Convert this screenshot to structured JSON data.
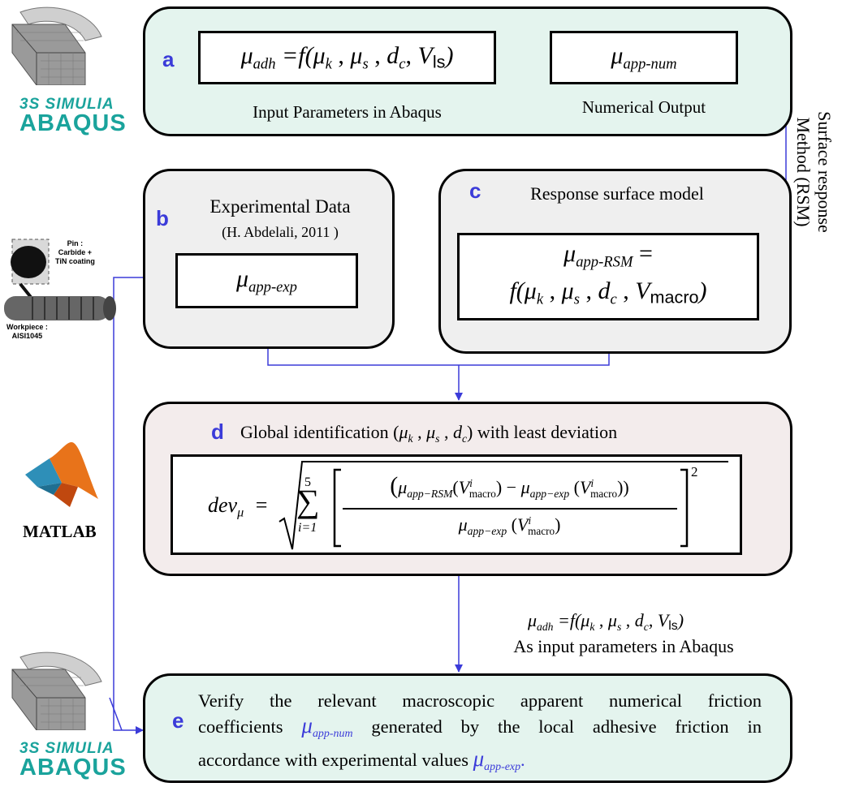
{
  "colors": {
    "panel_a": "#e4f4ee",
    "panel_e": "#e4f4ee",
    "panel_gray": "#efefef",
    "panel_d": "#f3ecec",
    "arrow": "#3b3bd9",
    "letter": "#3b3bd9",
    "logo": "#1aa39c"
  },
  "panel_a": {
    "letter": "a",
    "input_formula": {
      "lhs": "μ",
      "lhs_sub": "adh",
      "eq": " =f(",
      "args": "μ",
      "k": "k",
      "s": "s",
      "dc": "d",
      "c": "c",
      "V": "V",
      "ls": "ls",
      "close": ")"
    },
    "input_caption": "Input Parameters in Abaqus",
    "output_mu": "μ",
    "output_sub": "app-num",
    "output_caption": "Numerical Output"
  },
  "side_label": {
    "line1": "Surface response",
    "line2": "Method (RSM)"
  },
  "panel_b": {
    "letter": "b",
    "title": "Experimental Data",
    "citation": "(H. Abdelali, 2011 )",
    "mu": "μ",
    "sub": "app-exp"
  },
  "panel_c": {
    "letter": "c",
    "title": "Response surface model",
    "mu": "μ",
    "sub": "app-RSM",
    "eq": " =",
    "line2_f": "f(",
    "line2_V": "V",
    "line2_macro": "macro",
    "line2_close": ")"
  },
  "panel_d": {
    "letter": "d",
    "title_pre": "Global identification (",
    "title_post": ") with least deviation",
    "formula": {
      "lhs": "dev",
      "lhs_sub": "μ",
      "eq": "=",
      "sum_upper": "5",
      "sum_lower": "i=1",
      "num_rsm_sub": "app−RSM",
      "num_exp_sub": "app−exp",
      "V": "V",
      "sup_i": "i",
      "sub_macro": "macro",
      "minus": "−",
      "power": "2"
    }
  },
  "between_de": {
    "formula_label": "μadh =f(μk , μs , dc, Vls)",
    "caption": "As input parameters in Abaqus"
  },
  "panel_e": {
    "letter": "e",
    "line1": "Verify the relevant macroscopic apparent numerical friction",
    "line2_pre": "coefficients",
    "line2_mu_sub": "app-num",
    "line2_post": "generated by the local adhesive friction in",
    "line3_pre": "accordance with experimental values",
    "line3_mu_sub": "app-exp",
    "line3_post": "."
  },
  "logos": {
    "simulia": "SIMULIA",
    "ds": "3S",
    "abaqus": "ABAQUS",
    "matlab": "MATLAB",
    "pin_label": "Pin :",
    "pin_material": "Carbide +",
    "pin_coating": "TiN coating",
    "workpiece_label": "Workpiece :",
    "workpiece_material": "AISI1045"
  }
}
